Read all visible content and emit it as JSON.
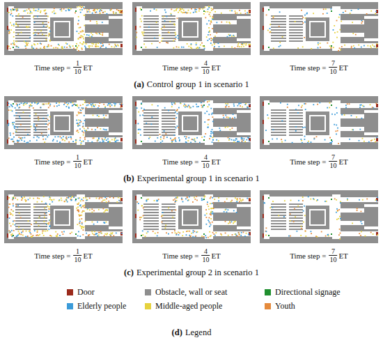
{
  "diagram": {
    "labels": [
      "Time step =",
      "1",
      "10",
      "ET",
      "Time step =",
      "4",
      "10",
      "ET",
      "Time step =",
      "7",
      "10",
      "ET",
      "(a)",
      "Control group 1 in scenario 1",
      "Time step =",
      "1",
      "10",
      "ET",
      "Time step =",
      "4",
      "10",
      "ET",
      "Time step =",
      "7",
      "10",
      "ET",
      "(b)",
      "Experimental group 1 in scenario 1",
      "Time step =",
      "1",
      "10",
      "ET",
      "Time step =",
      "4",
      "10",
      "ET",
      "Time step =",
      "7",
      "10",
      "ET",
      "(c)",
      "Experimental group 2 in scenario 1",
      "(d)",
      "Legend"
    ],
    "legend": [
      {
        "text": "Door",
        "color": "#9b2a1c"
      },
      {
        "text": "Obstacle, wall or seat",
        "color": "#8e8e8e"
      },
      {
        "text": "Directional signage",
        "color": "#1f8f2e"
      },
      {
        "text": "Elderly people",
        "color": "#3b9bd9"
      },
      {
        "text": "Middle-aged people",
        "color": "#e6d23e"
      },
      {
        "text": "Youth",
        "color": "#e58a3c"
      }
    ]
  }
}
